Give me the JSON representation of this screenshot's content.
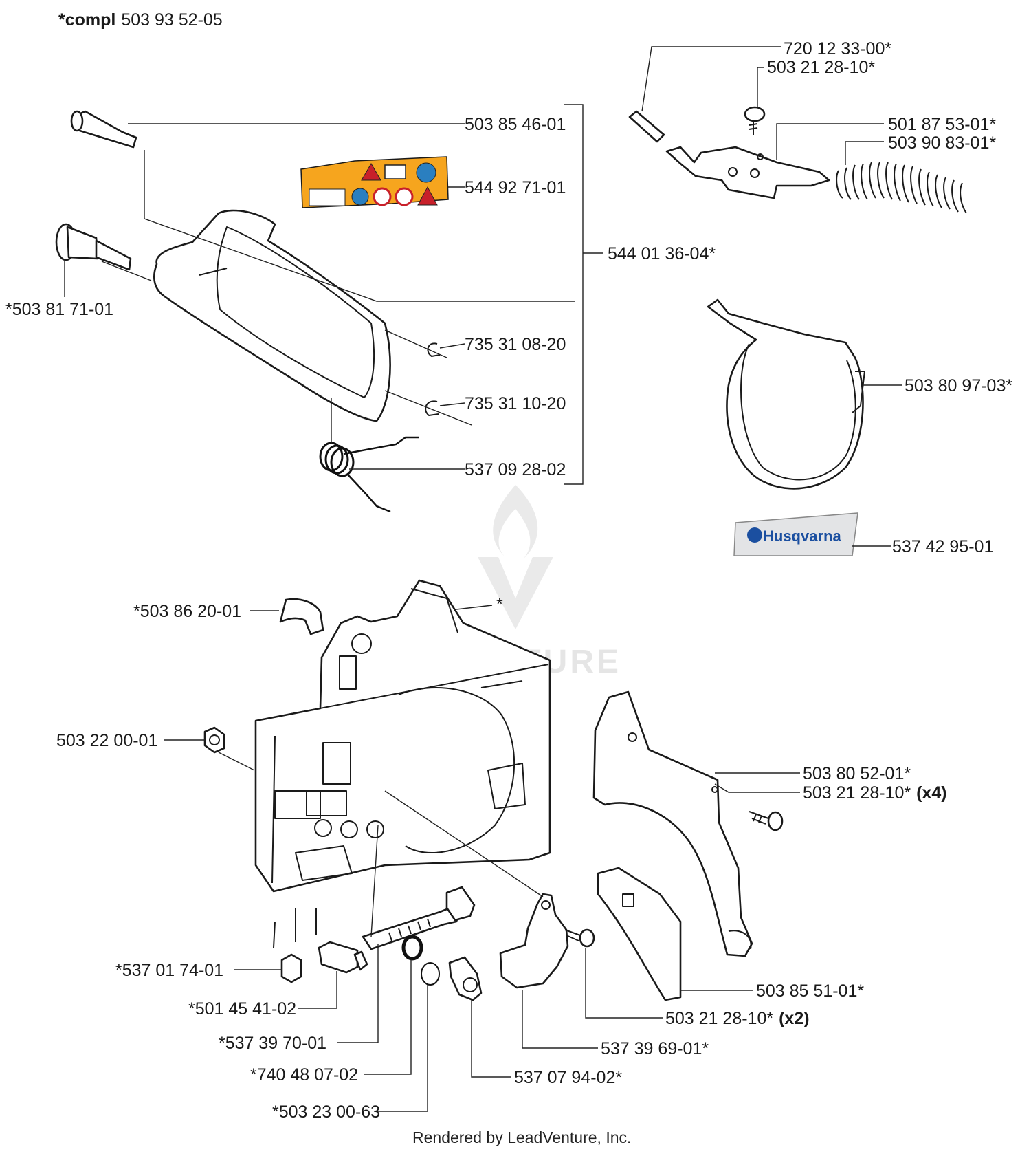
{
  "header": {
    "prefix": "*compl",
    "part": "503 93 52-05"
  },
  "labels": {
    "l01": "720 12 33-00*",
    "l02": "503 21 28-10*",
    "l03": "503 85 46-01",
    "l04": "501 87 53-01*",
    "l05": "503 90 83-01*",
    "l06": "544 92 71-01",
    "l07": "544 01 36-04*",
    "l08": "*503 81 71-01",
    "l09": "735 31 08-20",
    "l10": "503 80 97-03*",
    "l11": "735 31 10-20",
    "l12": "537 09 28-02",
    "l13": "537 42 95-01",
    "l14": "*503 86 20-01",
    "l15": "*",
    "l16": "503 22 00-01",
    "l17": "503 80 52-01*",
    "l18": "503 21 28-10*",
    "l18q": "(x4)",
    "l19": "*537 01 74-01",
    "l20": "503 85 51-01*",
    "l21": "*501 45 41-02",
    "l22": "503 21 28-10*",
    "l22q": "(x2)",
    "l23": "*537 39 70-01",
    "l24": "537 39 69-01*",
    "l25": "*740 48 07-02",
    "l26": "537 07 94-02*",
    "l27": "*503 23 00-63"
  },
  "decal_brand": "Husqvarna",
  "watermark": "LEADVENTURE",
  "footer": "Rendered by LeadVenture, Inc.",
  "colors": {
    "decal_orange": "#f6a51e",
    "brand_blue": "#1b4fa0",
    "warning_red": "#c8202a",
    "sticker_grey": "#e3e4e6"
  }
}
